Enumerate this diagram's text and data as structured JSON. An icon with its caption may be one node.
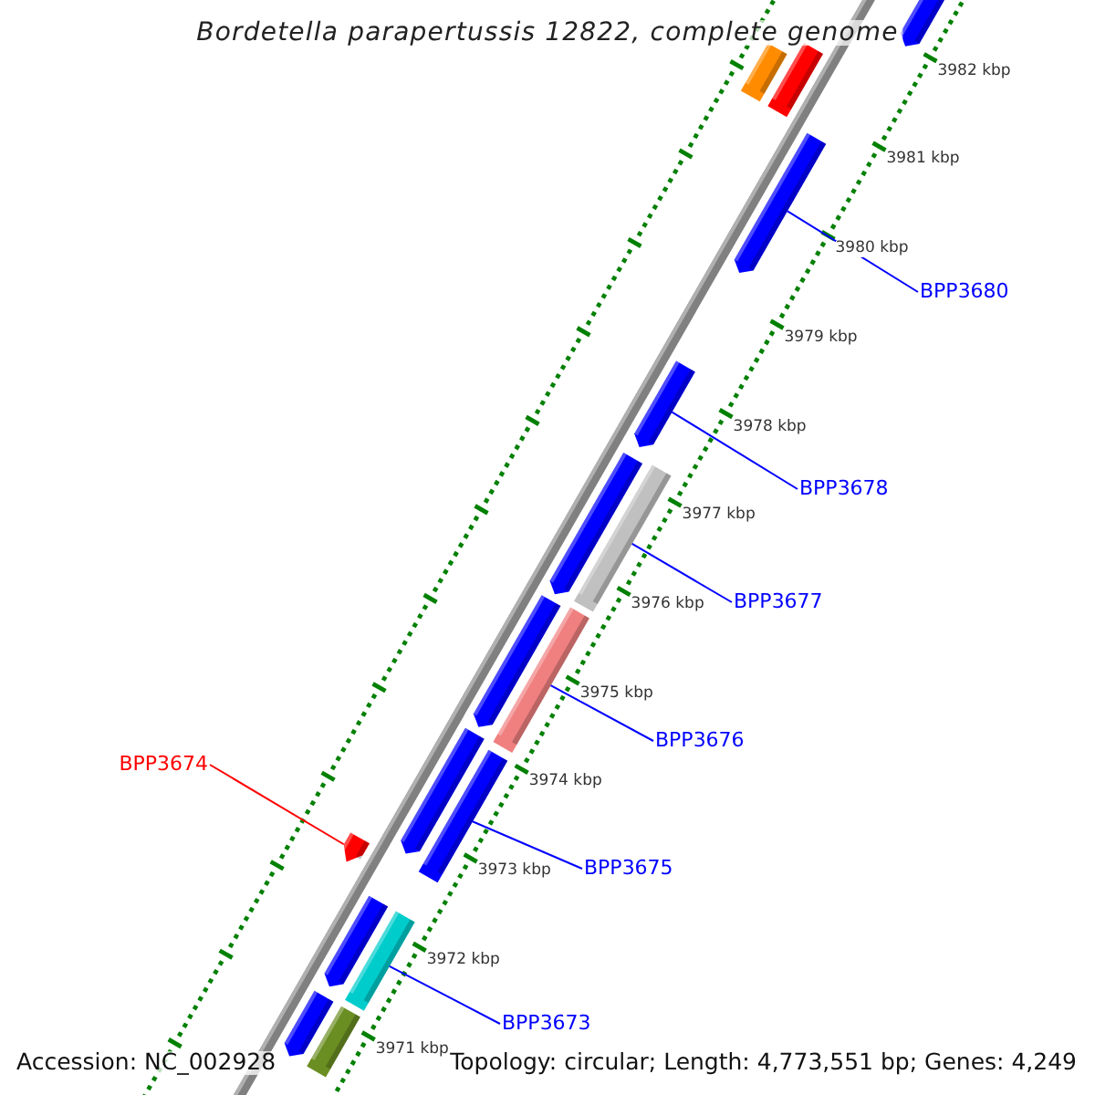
{
  "diagram": {
    "title": "Bordetella parapertussis 12822, complete genome",
    "nodes": [
      {
        "text": [
          "BPP3680"
        ]
      },
      {
        "text": [],
        "shape": "bar"
      },
      {
        "text": [
          "BPP3678"
        ]
      },
      {
        "text": [],
        "shape": "bar"
      },
      {
        "text": [
          "BPP3677"
        ]
      },
      {
        "text": [],
        "shape": "bar"
      },
      {
        "text": [
          "BPP3676"
        ]
      },
      {
        "text": [],
        "shape": "bar"
      },
      {
        "text": [
          "BPP3674"
        ]
      },
      {
        "text": [],
        "shape": "pentagon"
      },
      {
        "text": [
          "BPP3675"
        ]
      },
      {
        "text": [],
        "shape": "bar"
      },
      {
        "text": [
          "BPP3673"
        ]
      },
      {
        "text": [],
        "shape": "bar"
      },
      {
        "text": [],
        "shape": "bar"
      },
      {
        "text": [],
        "shape": "bar"
      },
      {
        "text": [],
        "shape": "bar"
      },
      {
        "text": [],
        "shape": "bar"
      },
      {
        "text": [],
        "shape": "bar"
      },
      {
        "text": [],
        "shape": "bar"
      },
      {
        "text": [],
        "shape": "bar"
      },
      {
        "text": [],
        "shape": "bar"
      },
      {
        "text": [],
        "shape": "bar"
      }
    ],
    "edges": [
      {
        "from": 0,
        "to": 1,
        "arrow": "none"
      },
      {
        "from": 2,
        "to": 3,
        "arrow": "none"
      },
      {
        "from": 4,
        "to": 5,
        "arrow": "none"
      },
      {
        "from": 6,
        "to": 7,
        "arrow": "none"
      },
      {
        "from": 8,
        "to": 9,
        "arrow": "none",
        "color": "#ff0000"
      },
      {
        "from": 10,
        "to": 11,
        "arrow": "none"
      },
      {
        "from": 12,
        "to": 13,
        "arrow": "none"
      }
    ],
    "labels": [
      "3982 kbp",
      "3981 kbp",
      "3980 kbp",
      "3979 kbp",
      "3978 kbp",
      "3977 kbp",
      "3976 kbp",
      "3975 kbp",
      "3974 kbp",
      "3973 kbp",
      "3972 kbp",
      "3971 kbp",
      "Accession: NC_002928",
      "Topology: circular; Length: 4,773,551 bp; Genes: 4,249"
    ]
  }
}
